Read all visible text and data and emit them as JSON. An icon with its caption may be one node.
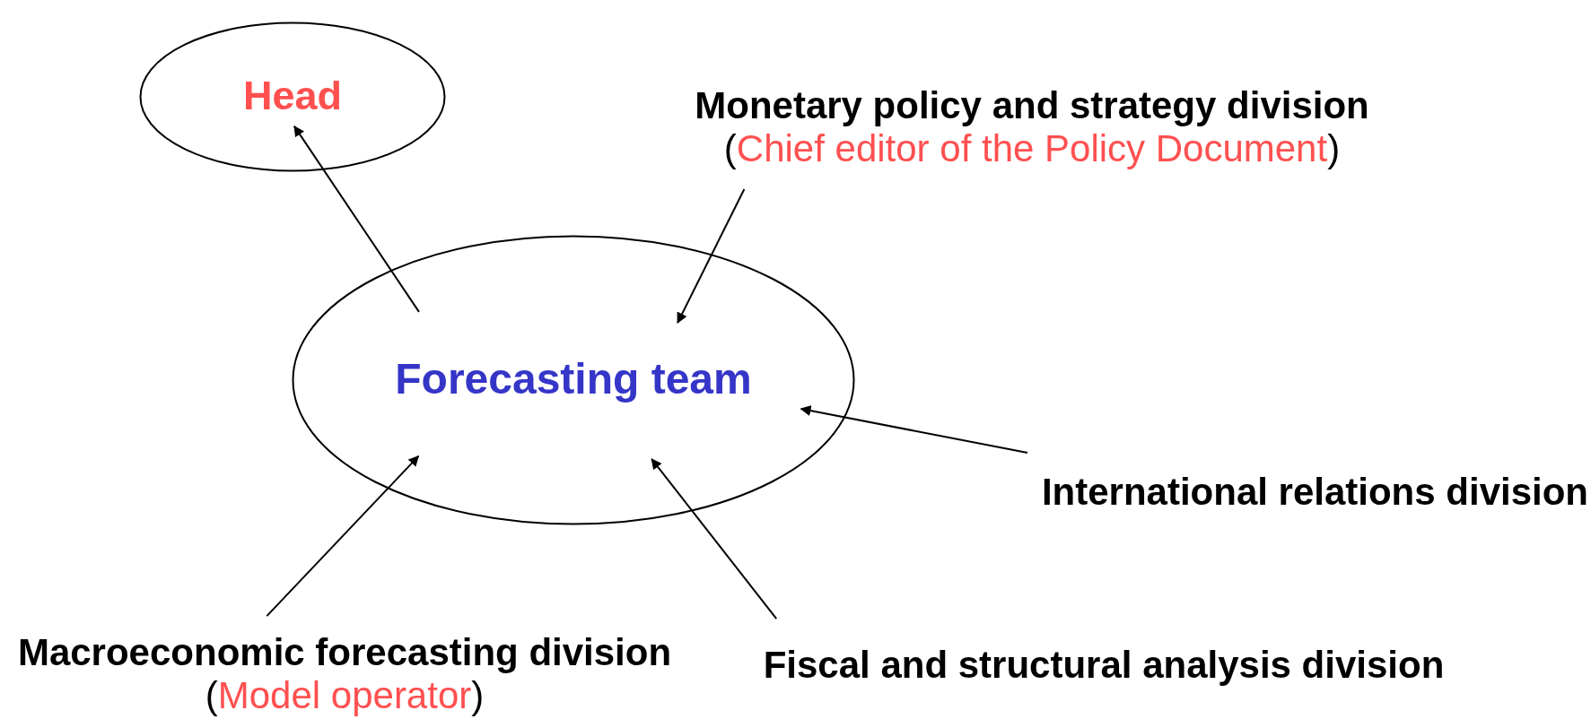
{
  "diagram": {
    "nodes": [
      {
        "text": [
          "Head"
        ]
      },
      {
        "text": [
          "Forecasting team"
        ]
      },
      {
        "text": [
          "Monetary policy and strategy division",
          "(Chief editor of the Policy Document)"
        ]
      },
      {
        "text": [
          "International relations division"
        ]
      },
      {
        "text": [
          "Fiscal and structural analysis division"
        ]
      },
      {
        "text": [
          "Macroeconomic forecasting division",
          "(Model operator)"
        ]
      }
    ],
    "edges": [
      {
        "from": 1,
        "to": 0,
        "arrow": "to"
      },
      {
        "from": 2,
        "to": 1,
        "arrow": "to"
      },
      {
        "from": 3,
        "to": 1,
        "arrow": "to"
      },
      {
        "from": 4,
        "to": 1,
        "arrow": "to"
      },
      {
        "from": 5,
        "to": 1,
        "arrow": "to"
      }
    ]
  }
}
